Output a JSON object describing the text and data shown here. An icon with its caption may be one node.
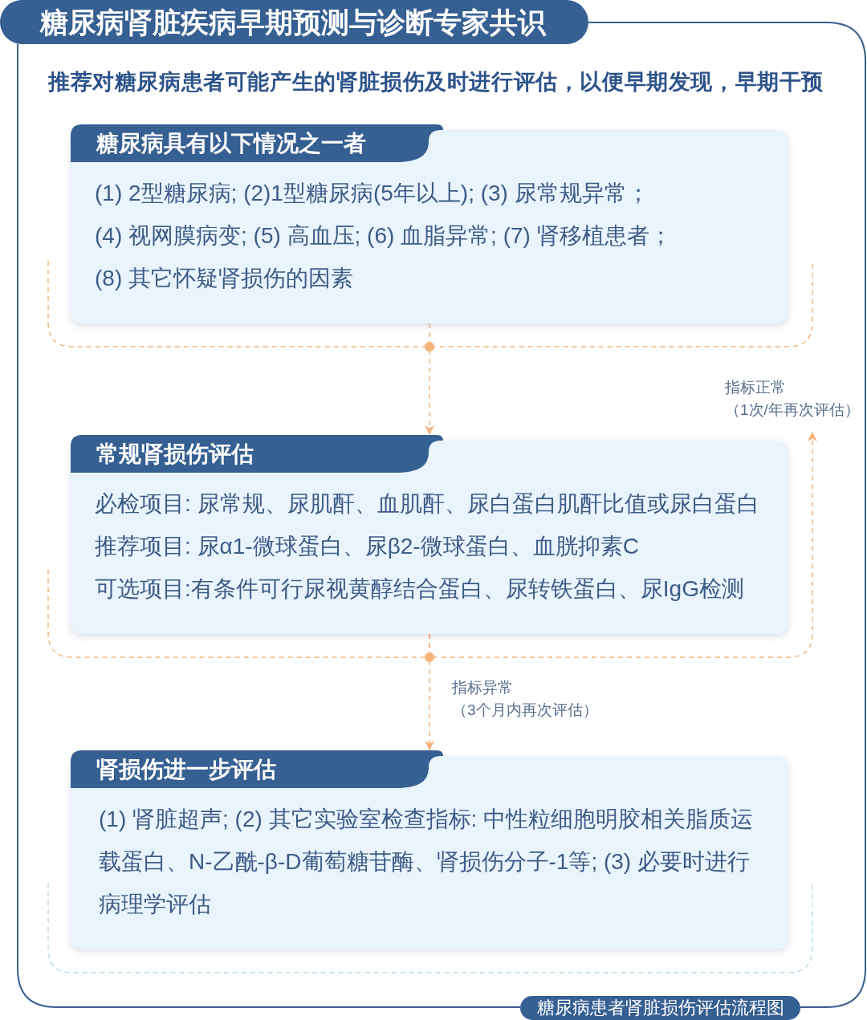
{
  "diagram": {
    "title": "糖尿病肾脏疾病早期预测与诊断专家共识",
    "caption": "糖尿病患者肾脏损伤评估流程图",
    "nodes": [
      {
        "text": [
          "糖尿病具有以下情况之一者",
          "(1) 2型糖尿病; (2)1型糖尿病(5年以上); (3) 尿常规异常；",
          "(4) 视网膜病变; (5) 高血压; (6) 血脂异常; (7) 肾移植患者；",
          "(8) 其它怀疑肾损伤的因素"
        ]
      },
      {
        "text": [
          "常规肾损伤评估",
          "必检项目: 尿常规、尿肌酐、血肌酐、尿白蛋白肌酐比值或尿白蛋白",
          "推荐项目: 尿α1-微球蛋白、尿β2-微球蛋白、血胱抑素C",
          "可选项目:有条件可行尿视黄醇结合蛋白、尿转铁蛋白、尿IgG检测"
        ]
      },
      {
        "text": [
          "肾损伤进一步评估",
          "(1) 肾脏超声; (2) 其它实验室检查指标: 中性粒细胞明胶相关脂质运载蛋白、N-乙酰-β-D葡萄糖苷酶、肾损伤分子-1等; (3) 必要时进行病理学评估"
        ]
      }
    ],
    "edges": [
      {
        "from": 0,
        "to": 1,
        "arrow": "to",
        "style": "dashed"
      },
      {
        "from": 1,
        "to": null,
        "arrow": "to",
        "style": "dashed",
        "label": "指标正常（1次/年再次评估）"
      },
      {
        "from": 1,
        "to": 2,
        "arrow": "to",
        "style": "dashed",
        "label": "指标异常（3个月内再次评估）"
      }
    ],
    "labels": [
      "推荐对糖尿病患者可能产生的肾脏损伤及时进行评估，以便早期发现，早期干预"
    ]
  }
}
